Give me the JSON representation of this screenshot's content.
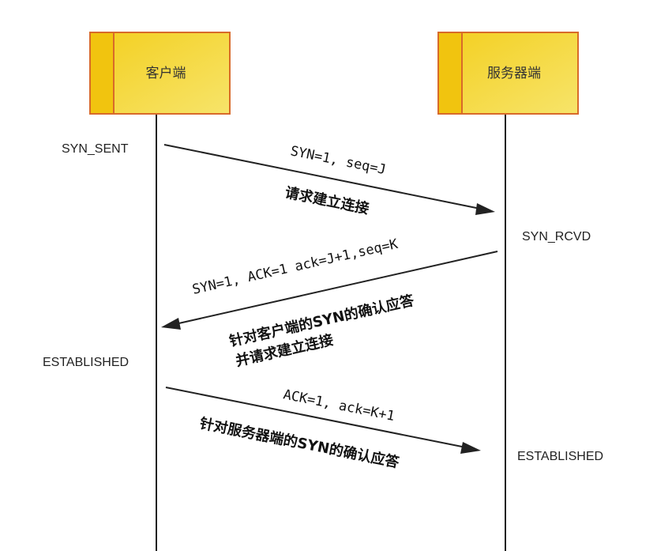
{
  "colors": {
    "box_fill": "#f4d42b",
    "box_stripe": "#f2c40e",
    "box_border": "#d86a2a",
    "line": "#222222"
  },
  "client": {
    "label": "客户端"
  },
  "server": {
    "label": "服务器端"
  },
  "states": {
    "syn_sent": "SYN_SENT",
    "syn_rcvd": "SYN_RCVD",
    "established_client": "ESTABLISHED",
    "established_server": "ESTABLISHED"
  },
  "messages": [
    {
      "params": "SYN=1, seq=J",
      "desc_line1": "请求建立连接",
      "desc_line2": ""
    },
    {
      "params": "SYN=1, ACK=1  ack=J+1,seq=K",
      "desc_line1": "针对客户端的SYN的确认应答",
      "desc_line2": "并请求建立连接"
    },
    {
      "params": "ACK=1, ack=K+1",
      "desc_line1": "针对服务器端的SYN的确认应答",
      "desc_line2": ""
    }
  ]
}
